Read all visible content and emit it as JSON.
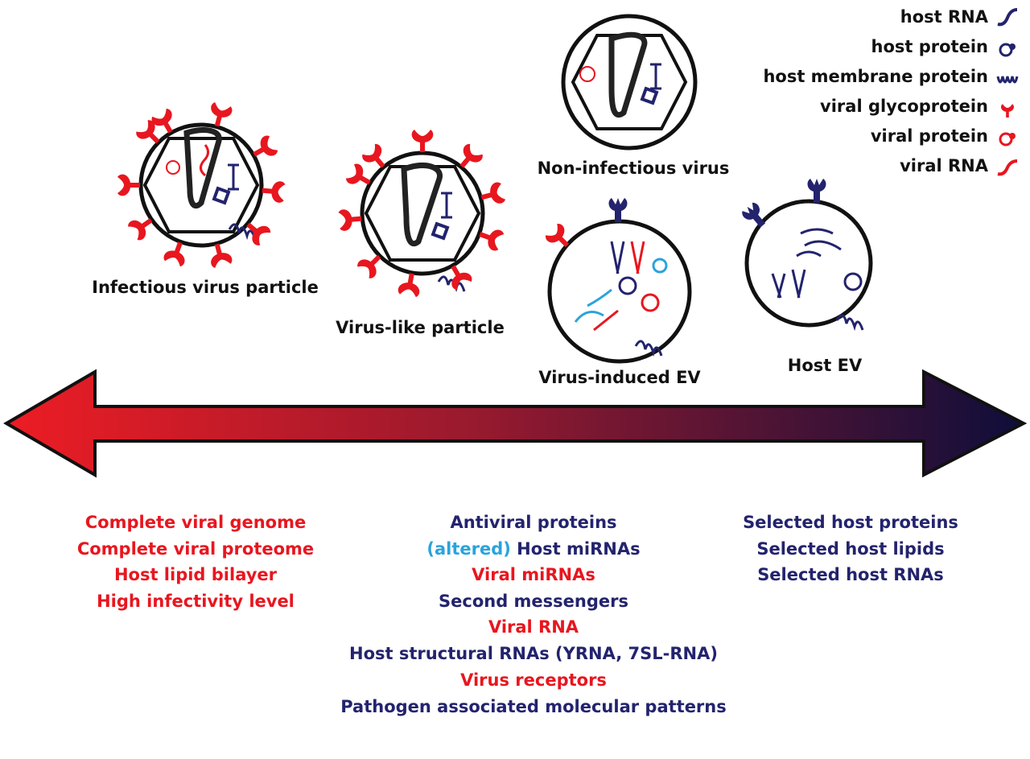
{
  "particles": {
    "infectious": "Infectious virus particle",
    "vlp": "Virus-like particle",
    "noninfectious": "Non-infectious virus",
    "virus_ev": "Virus-induced EV",
    "host_ev": "Host EV"
  },
  "legend": [
    {
      "label": "host RNA",
      "icon": "host-rna-icon",
      "color": "#23236e"
    },
    {
      "label": "host protein",
      "icon": "host-protein-icon",
      "color": "#23236e"
    },
    {
      "label": "host membrane protein",
      "icon": "host-membrane-protein-icon",
      "color": "#23236e"
    },
    {
      "label": "viral glycoprotein",
      "icon": "viral-glycoprotein-icon",
      "color": "#e8161f"
    },
    {
      "label": "viral protein",
      "icon": "viral-protein-icon",
      "color": "#e8161f"
    },
    {
      "label": "viral RNA",
      "icon": "viral-rna-icon",
      "color": "#e8161f"
    }
  ],
  "arrow": {
    "left_color": "#ed1c24",
    "right_color": "#0e0e3a"
  },
  "left_column": [
    "Complete viral genome",
    "Complete viral proteome",
    "Host lipid bilayer",
    "High infectivity level"
  ],
  "middle_column": {
    "antiviral": "Antiviral proteins",
    "altered": "(altered)",
    "host_mirnas": " Host miRNAs",
    "viral_mirnas": "Viral miRNAs",
    "second": "Second messengers",
    "viral_rna": "Viral RNA",
    "structural": "Host structural RNAs (YRNA, 7SL-RNA)",
    "receptors": "Virus receptors",
    "pamps": "Pathogen associated molecular patterns"
  },
  "right_column": [
    "Selected host proteins",
    "Selected host lipids",
    "Selected host RNAs"
  ]
}
